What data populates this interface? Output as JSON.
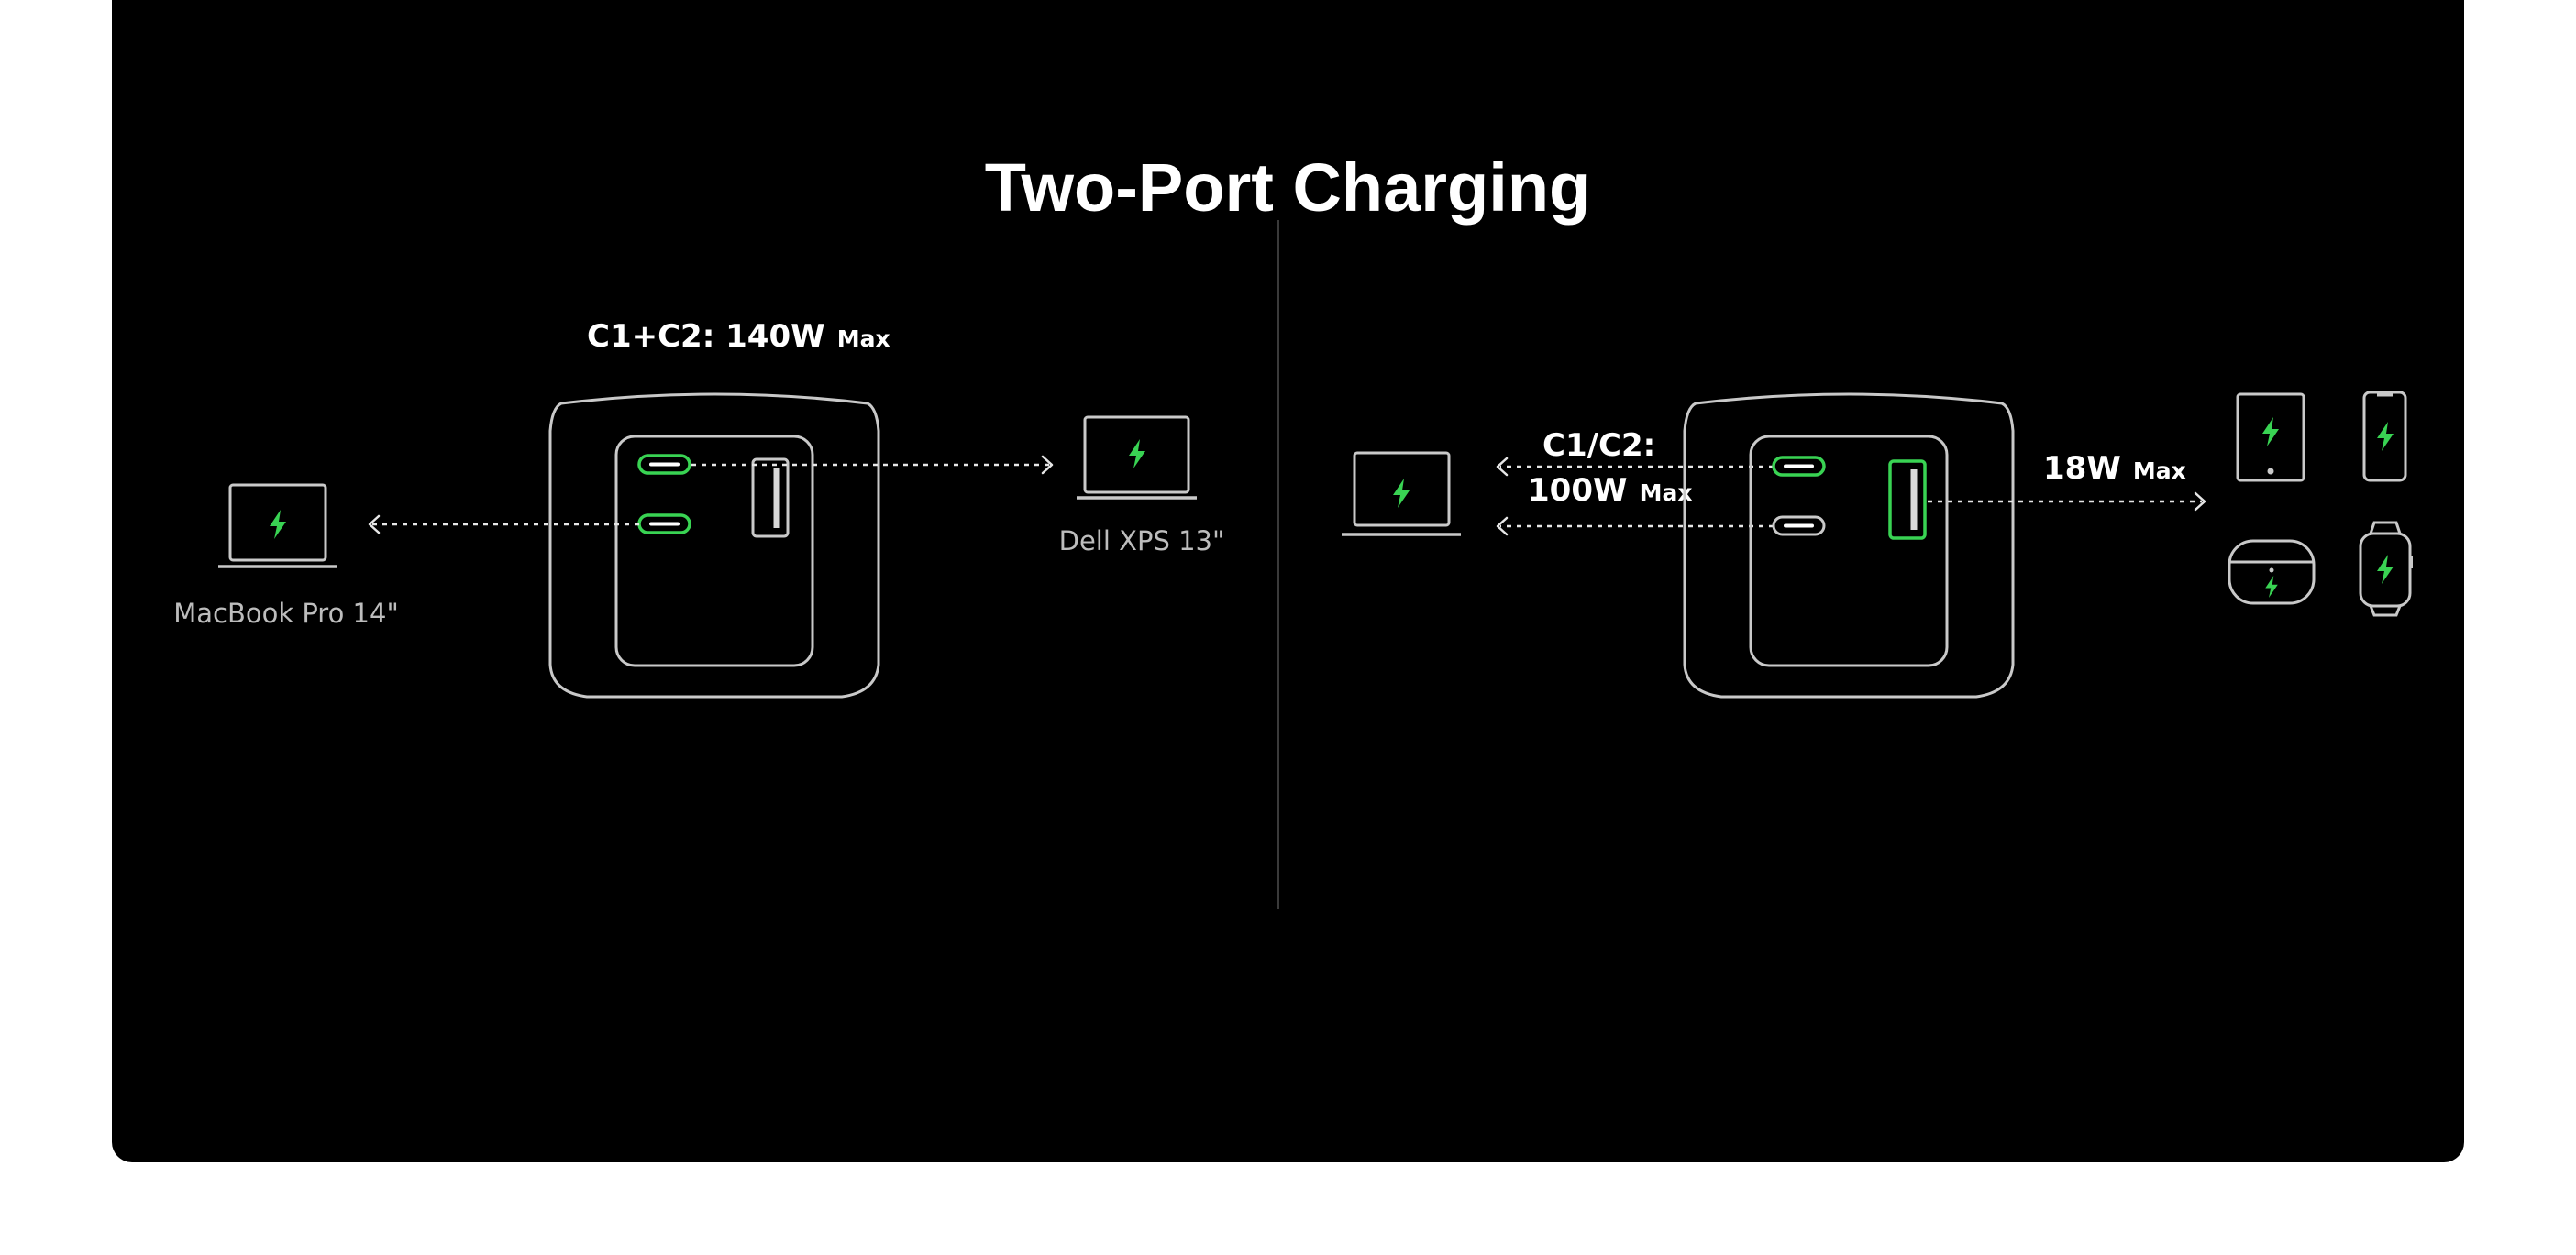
{
  "title": "Two-Port Charging",
  "colors": {
    "background": "#000000",
    "accent_green": "#39d353",
    "line_grey": "#c9c9c9",
    "text_white": "#ffffff",
    "text_grey": "#bdbdbd"
  },
  "left_scenario": {
    "combined_label_main": "C1+C2: 140W",
    "combined_label_suffix": "Max",
    "device_left_label": "MacBook Pro 14\"",
    "device_right_label": "Dell XPS 13\"",
    "icons": [
      "charger-icon",
      "laptop-icon",
      "laptop-icon"
    ]
  },
  "right_scenario": {
    "c_label_line1": "C1/C2:",
    "c_label_line2_main": "100W",
    "c_label_line2_suffix": "Max",
    "usb_a_label_main": "18W",
    "usb_a_label_suffix": "Max",
    "icons": [
      "laptop-icon",
      "charger-icon",
      "tablet-icon",
      "phone-icon",
      "earbuds-case-icon",
      "smartwatch-icon"
    ]
  }
}
